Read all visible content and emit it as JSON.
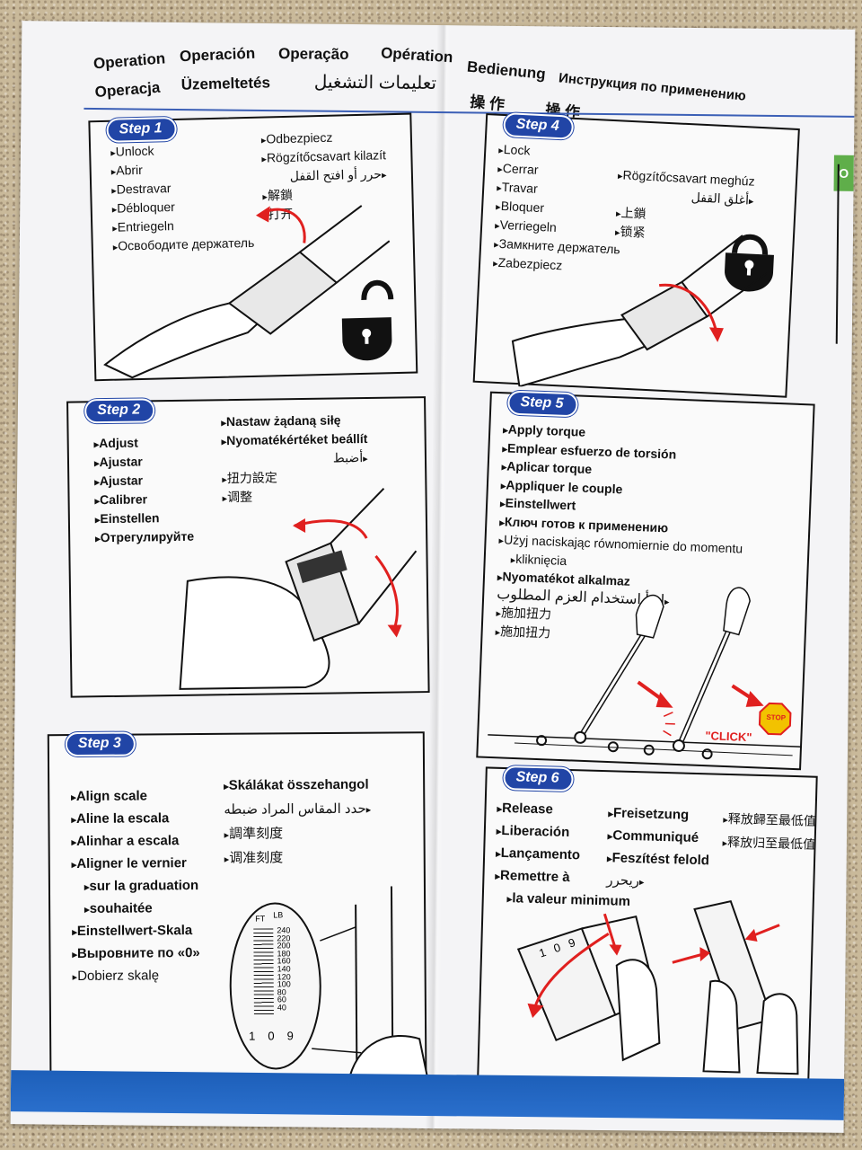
{
  "header": {
    "titles": [
      "Operation",
      "Operación",
      "Operação",
      "Opération",
      "Bedienung",
      "Инструкция по применению",
      "Operacja",
      "Üzemeltetés",
      "تعليمات التشغيل",
      "操 作",
      "操 作"
    ]
  },
  "steps": [
    {
      "label": "Step 1",
      "col1": [
        "Unlock",
        "Abrir",
        "Destravar",
        "Débloquer",
        "Entriegeln",
        "Освободите держатель"
      ],
      "col2": [
        "Odbezpiecz",
        "Rögzítőcsavart kilazít",
        "حرر أو افتح القفل",
        "解鎖",
        "打开"
      ],
      "icon": "open-padlock-icon"
    },
    {
      "label": "Step 2",
      "col1": [
        "Adjust",
        "Ajustar",
        "Ajustar",
        "Calibrer",
        "Einstellen",
        "Отрегулируйте"
      ],
      "col2": [
        "Nastaw żądaną siłę",
        "Nyomatékértéket beállít",
        "أضبط",
        "扭力設定",
        "调整"
      ]
    },
    {
      "label": "Step 3",
      "col1": [
        "Align scale",
        "Aline la escala",
        "Alinhar a escala",
        "Aligner le vernier",
        "sur la graduation",
        "souhaitée",
        "Einstellwert-Skala",
        "Выровните по «0»",
        "Dobierz skalę"
      ],
      "col2": [
        "Skálákat összehangol",
        "حدد المقاس المراد ضبطه",
        "調準刻度",
        "调准刻度"
      ],
      "scale_units": [
        "FT",
        "LB"
      ],
      "scale_values": [
        "240",
        "220",
        "200",
        "180",
        "160",
        "140",
        "120",
        "100",
        "80",
        "60",
        "40"
      ],
      "dial_digits": [
        "1",
        "0",
        "9"
      ]
    },
    {
      "label": "Step 4",
      "col1": [
        "Lock",
        "Cerrar",
        "Travar",
        "Bloquer",
        "Verriegeln",
        "Замкните держатель",
        "Zabezpiecz"
      ],
      "col2": [
        "Rögzítőcsavart meghúz",
        "أغلق القفل",
        "上鎖",
        "锁紧"
      ],
      "icon": "closed-padlock-icon"
    },
    {
      "label": "Step 5",
      "col1": [
        "Apply torque",
        "Emplear esfuerzo de torsión",
        "Aplicar torque",
        "Appliquer le couple",
        "Einstellwert",
        "Ключ готов к применению",
        "Użyj naciskając równomiernie do momentu",
        "kliknięcia",
        "Nyomatékot alkalmaz",
        "ابدأ استخدام العزم المطلوب",
        "施加扭力",
        "施加扭力"
      ],
      "click_label": "\"CLICK\"",
      "stop_label": "STOP"
    },
    {
      "label": "Step 6",
      "col1": [
        "Release",
        "Liberación",
        "Lançamento",
        "Remettre à",
        "la valeur minimum"
      ],
      "col2": [
        "Freisetzung",
        "Communiqué",
        "Feszítést felold",
        "ريحرر"
      ],
      "col3": [
        "释放歸至最低值",
        "释放归至最低值"
      ],
      "dial_digits": [
        "1",
        "0",
        "9"
      ]
    }
  ],
  "right_tab": "O",
  "colors": {
    "accent": "#2145a6",
    "band": "#1d5fb9",
    "arrow": "#e0201f",
    "stop": "#f2c200"
  }
}
